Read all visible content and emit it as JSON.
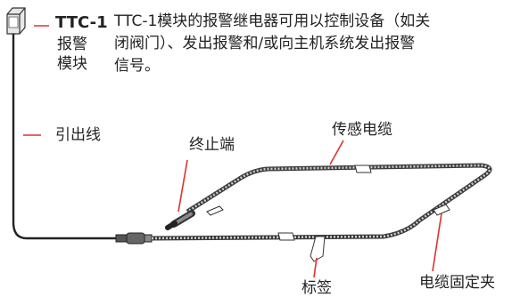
{
  "module": {
    "code": "TTC-1",
    "label_line1": "报警",
    "label_line2": "模块"
  },
  "description": {
    "line1": "TTC-1模块的报警继电器可用以控制设备（如关",
    "line2": "闭阀门）、发出报警和/或向主机系统发出报警",
    "line3": "信号。"
  },
  "callouts": {
    "lead_wire": "引出线",
    "end_termination": "终止端",
    "sensing_cable": "传感电缆",
    "tag": "标签",
    "cable_clip": "电缆固定夹"
  },
  "colors": {
    "callout_red": "#e0312b",
    "cable_dark": "#3a3a3a",
    "cable_light": "#cfcfcf"
  }
}
